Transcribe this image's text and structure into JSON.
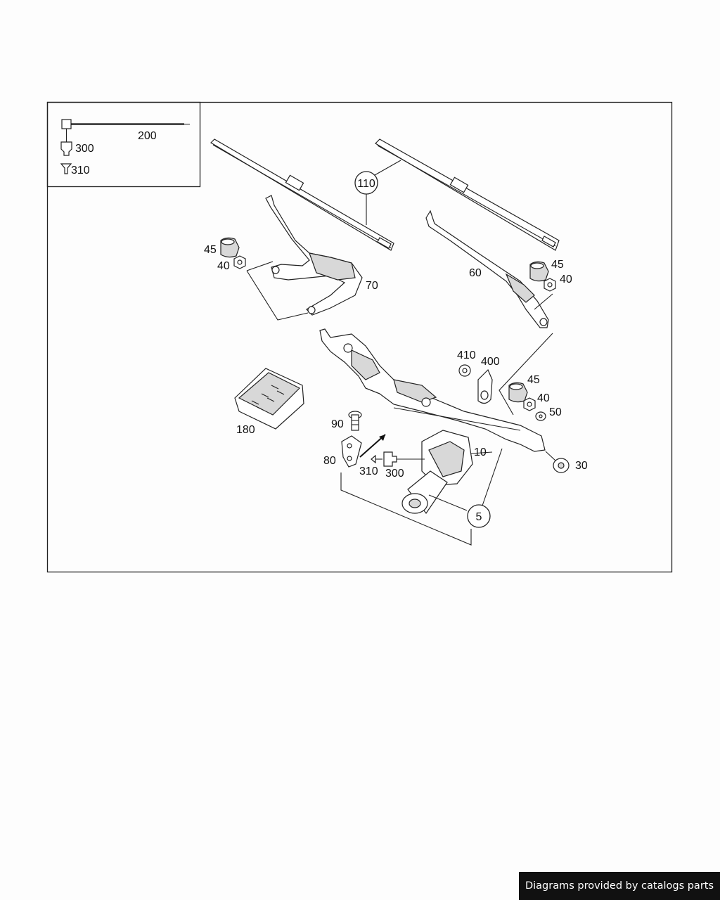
{
  "legend": {
    "label_200": "200",
    "label_300": "300",
    "label_310": "310"
  },
  "callouts": {
    "c110": "110",
    "c45_left": "45",
    "c40_left": "40",
    "c70": "70",
    "c60": "60",
    "c45_right_top": "45",
    "c40_right_top": "40",
    "c410": "410",
    "c400": "400",
    "c45_right_mid": "45",
    "c40_right_mid": "40",
    "c50": "50",
    "c180": "180",
    "c90": "90",
    "c80": "80",
    "c10": "10",
    "c310": "310",
    "c300": "300",
    "c30": "30",
    "c5": "5"
  },
  "footer": {
    "credit": "Diagrams provided by catalogs parts"
  }
}
